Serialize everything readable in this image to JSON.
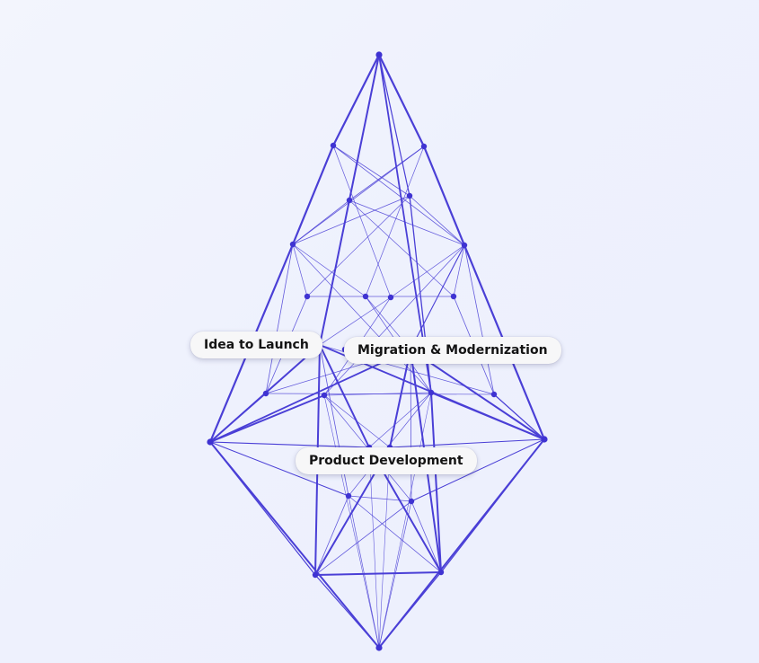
{
  "colors": {
    "line": "#4a3fd6",
    "node": "#3f33d2",
    "tag_background": "#f7f7f8",
    "tag_text": "#141414"
  },
  "tags": {
    "idea_to_launch": "Idea to Launch",
    "migration_modernization": "Migration & Modernization",
    "product_development": "Product Development"
  }
}
